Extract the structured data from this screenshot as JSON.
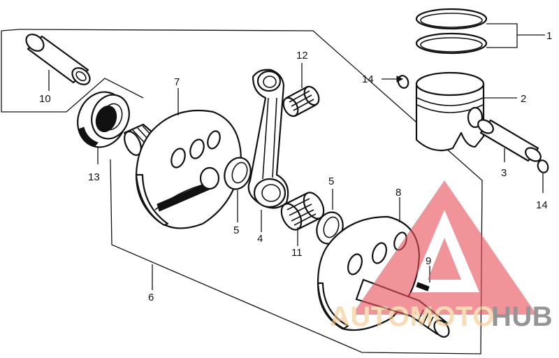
{
  "callouts": {
    "p1": "1",
    "p2": "2",
    "p3": "3",
    "p4": "4",
    "p5a": "5",
    "p5b": "5",
    "p6": "6",
    "p7": "7",
    "p8": "8",
    "p9": "9",
    "p10": "10",
    "p11": "11",
    "p12": "12",
    "p13": "13",
    "p14a": "14",
    "p14b": "14"
  },
  "watermark": {
    "text_part1": "AUTOMOTO",
    "text_part2": "HUB",
    "color_primary": "#e9545c",
    "color_secondary": "#f5c78a",
    "color_dark": "#555555"
  }
}
